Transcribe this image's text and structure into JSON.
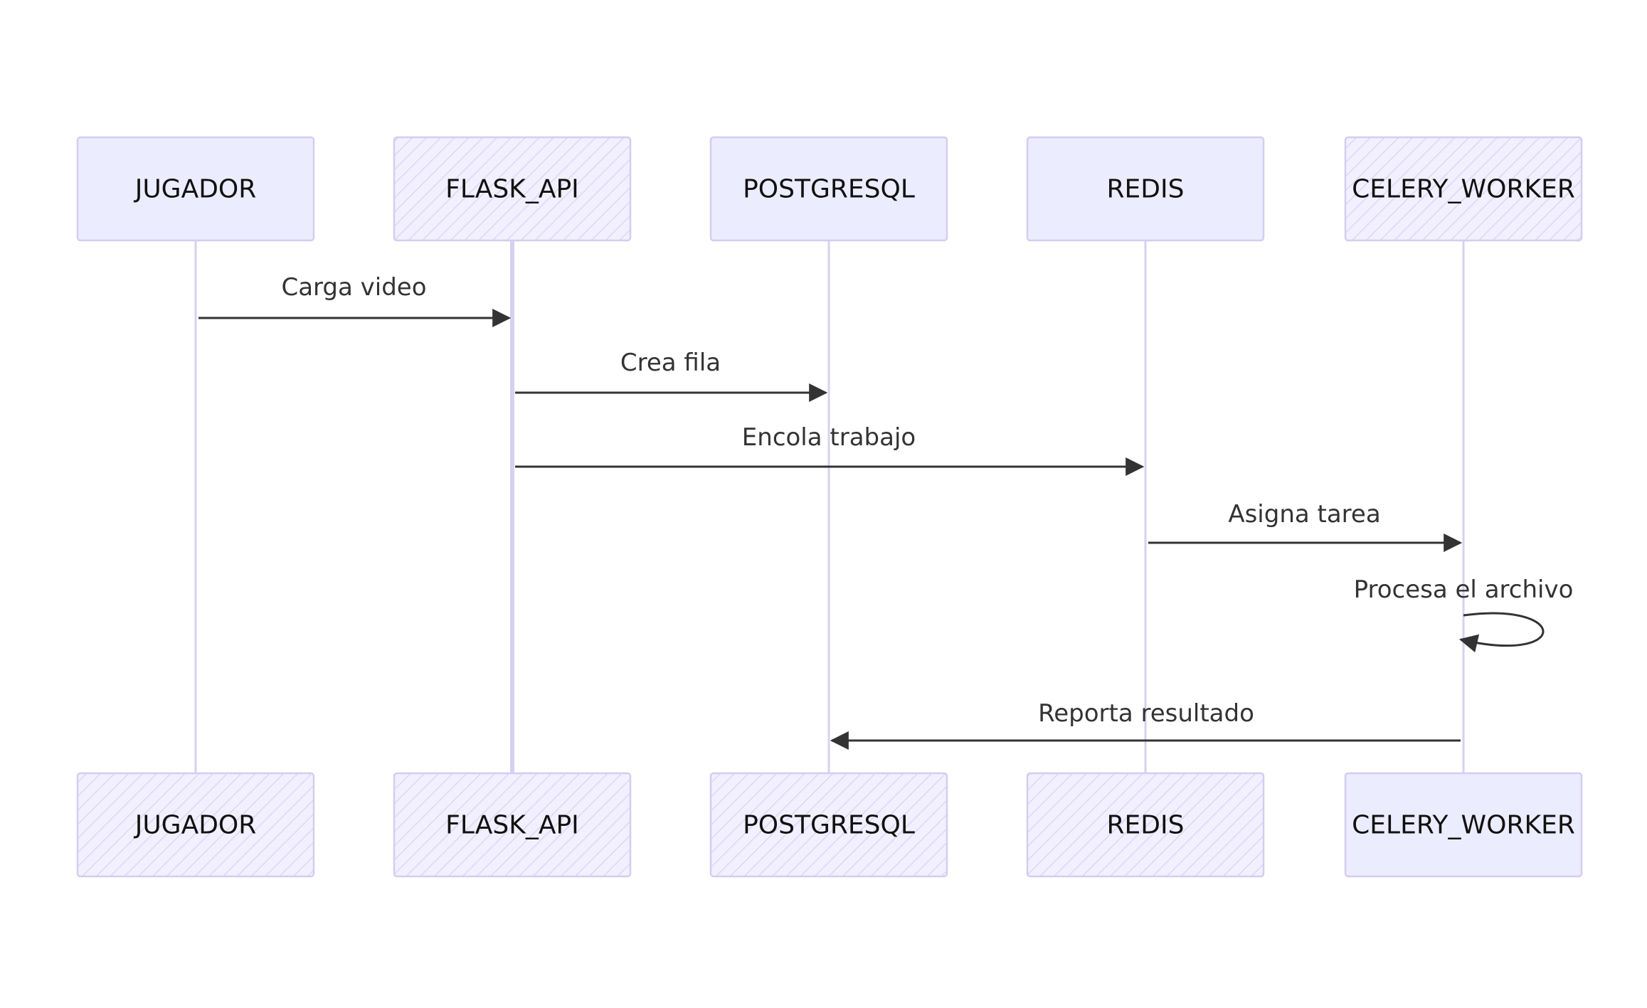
{
  "participants": [
    {
      "id": "jugador",
      "label": "JUGADOR"
    },
    {
      "id": "flask_api",
      "label": "FLASK_API"
    },
    {
      "id": "postgresql",
      "label": "POSTGRESQL"
    },
    {
      "id": "redis",
      "label": "REDIS"
    },
    {
      "id": "celery_worker",
      "label": "CELERY_WORKER"
    }
  ],
  "messages": [
    {
      "from": "jugador",
      "to": "flask_api",
      "label": "Carga video"
    },
    {
      "from": "flask_api",
      "to": "postgresql",
      "label": "Crea fila"
    },
    {
      "from": "flask_api",
      "to": "redis",
      "label": "Encola trabajo"
    },
    {
      "from": "redis",
      "to": "celery_worker",
      "label": "Asigna tarea"
    },
    {
      "from": "celery_worker",
      "to": "celery_worker",
      "label": "Procesa el archivo"
    },
    {
      "from": "celery_worker",
      "to": "postgresql",
      "label": "Reporta resultado"
    }
  ],
  "colors": {
    "actor_fill": "#ececff",
    "actor_stroke": "#d4cdf0",
    "lifeline": "#d8d0f0",
    "arrow": "#333333",
    "text": "#111111"
  }
}
